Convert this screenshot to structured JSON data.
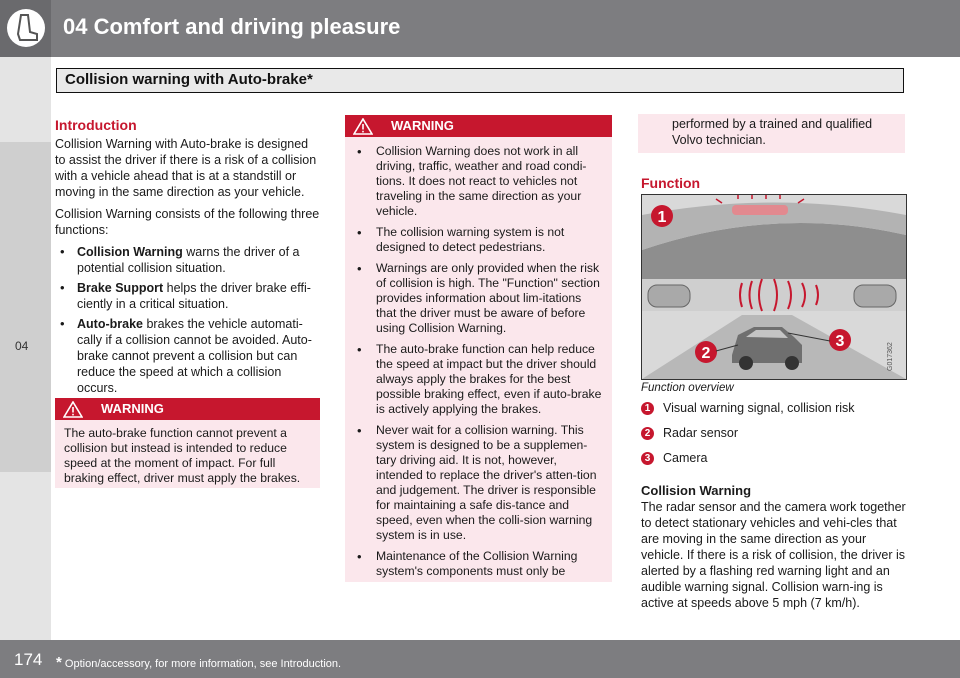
{
  "header": {
    "chapter_title": "04 Comfort and driving pleasure",
    "section_title": "Collision warning with Auto-brake*",
    "chapter_tab": "04",
    "icon": "seat-icon"
  },
  "intro": {
    "heading": "Introduction",
    "para1": "Collision Warning with Auto-brake is designed to assist the driver if there is a risk of a collision with a vehicle ahead that is at a standstill or moving in the same direction as your vehicle.",
    "para2": "Collision Warning consists of the following three functions:",
    "functions": [
      {
        "term": "Collision Warning",
        "text": " warns the driver of a potential collision situation."
      },
      {
        "term": "Brake Support",
        "text": " helps the driver brake effi-ciently in a critical situation."
      },
      {
        "term": "Auto-brake",
        "text": " brakes the vehicle automati-cally if a collision cannot be avoided. Auto-brake cannot prevent a collision but can reduce the speed at which a collision occurs."
      }
    ]
  },
  "warning1": {
    "label": "WARNING",
    "text": "The auto-brake function cannot prevent a collision but instead is intended to reduce speed at the moment of impact. For full braking effect, driver must apply the brakes."
  },
  "warning2": {
    "label": "WARNING",
    "items": [
      "Collision Warning does not work in all driving, traffic, weather and road condi-tions. It does not react to vehicles not traveling in the same direction as your vehicle.",
      "The collision warning system is not designed to detect pedestrians.",
      "Warnings are only provided when the risk of collision is high. The \"Function\" section provides information about lim-itations that the driver must be aware of before using Collision Warning.",
      "The auto-brake function can help reduce the speed at impact but the driver should always apply the brakes for the best possible braking effect, even if auto-brake is actively applying the brakes.",
      "Never wait for a collision warning. This system is designed to be a supplemen-tary driving aid. It is not, however, intended to replace the driver's atten-tion and judgement. The driver is responsible for maintaining a safe dis-tance and speed, even when the colli-sion warning system is in use.",
      "Maintenance of the Collision Warning system's components must only be"
    ],
    "continued": "performed by a trained and qualified Volvo technician."
  },
  "function": {
    "heading": "Function",
    "figure_code": "G017362",
    "callouts": [
      "1",
      "2",
      "3"
    ],
    "caption": "Function overview",
    "legend": [
      {
        "num": "1",
        "label": "Visual warning signal, collision risk"
      },
      {
        "num": "2",
        "label": "Radar sensor"
      },
      {
        "num": "3",
        "label": "Camera"
      }
    ]
  },
  "collision_warning": {
    "heading": "Collision Warning",
    "text": "The radar sensor and the camera work together to detect stationary vehicles and vehi-cles that are moving in the same direction as your vehicle. If there is a risk of collision, the driver is alerted by a flashing red warning light and an audible warning signal. Collision warn-ing is active at speeds above 5 mph (7 km/h)."
  },
  "footer": {
    "page_number": "174",
    "star": "*",
    "note": "Option/accessory, for more information, see Introduction."
  },
  "colors": {
    "accent_red": "#c6172e",
    "warning_bg": "#fbe7ec",
    "header_gray": "#7d7d80"
  }
}
